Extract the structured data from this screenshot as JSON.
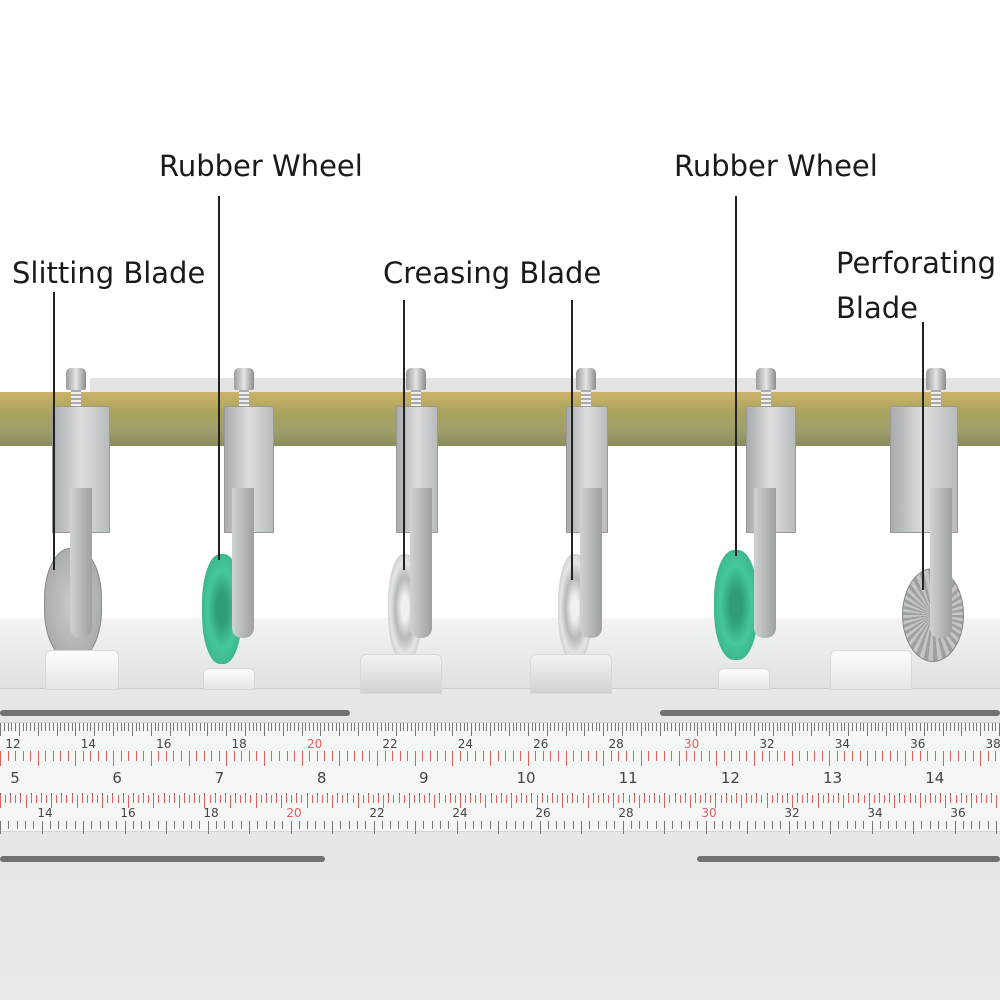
{
  "labels": {
    "slitting_blade": "Slitting Blade",
    "rubber_wheel_left": "Rubber Wheel",
    "creasing_blade": "Creasing Blade",
    "rubber_wheel_right": "Rubber Wheel",
    "perforating_blade_line1": "Perforating",
    "perforating_blade_line2": "Blade"
  },
  "ruler": {
    "top_row": [
      "12",
      "14",
      "16",
      "18",
      "20",
      "22",
      "24",
      "26",
      "28",
      "30",
      "32",
      "34",
      "36",
      "38"
    ],
    "middle_row": [
      "5",
      "6",
      "7",
      "8",
      "9",
      "10",
      "11",
      "12",
      "13",
      "14"
    ],
    "bottom_row": [
      "14",
      "16",
      "18",
      "20",
      "22",
      "24",
      "26",
      "28",
      "30",
      "32",
      "34",
      "36"
    ],
    "red_values": [
      "20",
      "30"
    ]
  },
  "colors": {
    "rubber_wheel": "#3fbf95",
    "bar": "#a9a25d",
    "ruler_red": "#e06060"
  }
}
